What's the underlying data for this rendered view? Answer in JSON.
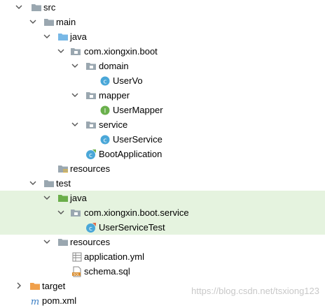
{
  "tree": {
    "nodes": [
      {
        "label": "src",
        "icon": "folder-icon",
        "expanded": true
      },
      {
        "label": "main",
        "icon": "folder-icon",
        "expanded": true
      },
      {
        "label": "java",
        "icon": "source-folder-icon",
        "expanded": true
      },
      {
        "label": "com.xiongxin.boot",
        "icon": "package-icon",
        "expanded": true
      },
      {
        "label": "domain",
        "icon": "package-icon",
        "expanded": true
      },
      {
        "label": "UserVo",
        "icon": "class-icon"
      },
      {
        "label": "mapper",
        "icon": "package-icon",
        "expanded": true
      },
      {
        "label": "UserMapper",
        "icon": "interface-icon"
      },
      {
        "label": "service",
        "icon": "package-icon",
        "expanded": true
      },
      {
        "label": "UserService",
        "icon": "class-icon"
      },
      {
        "label": "BootApplication",
        "icon": "spring-boot-class-icon"
      },
      {
        "label": "resources",
        "icon": "resources-folder-icon"
      },
      {
        "label": "test",
        "icon": "folder-icon",
        "expanded": true
      },
      {
        "label": "java",
        "icon": "test-source-folder-icon",
        "expanded": true,
        "highlighted": true
      },
      {
        "label": "com.xiongxin.boot.service",
        "icon": "package-icon",
        "expanded": true,
        "highlighted": true
      },
      {
        "label": "UserServiceTest",
        "icon": "test-class-icon",
        "highlighted": true
      },
      {
        "label": "resources",
        "icon": "folder-icon",
        "expanded": true
      },
      {
        "label": "application.yml",
        "icon": "yml-file-icon"
      },
      {
        "label": "schema.sql",
        "icon": "sql-file-icon"
      },
      {
        "label": "target",
        "icon": "excluded-folder-icon",
        "expanded": false
      },
      {
        "label": "pom.xml",
        "icon": "maven-icon"
      }
    ]
  },
  "watermark": "https://blog.csdn.net/tsxiong123",
  "colors": {
    "highlight": "#e5f3df",
    "folder": "#9aa7b0",
    "source_folder": "#78b8e6",
    "test_folder": "#6aae4a",
    "excluded_folder": "#f0a04b",
    "class": "#4aa7d8",
    "interface": "#6ab04c"
  }
}
